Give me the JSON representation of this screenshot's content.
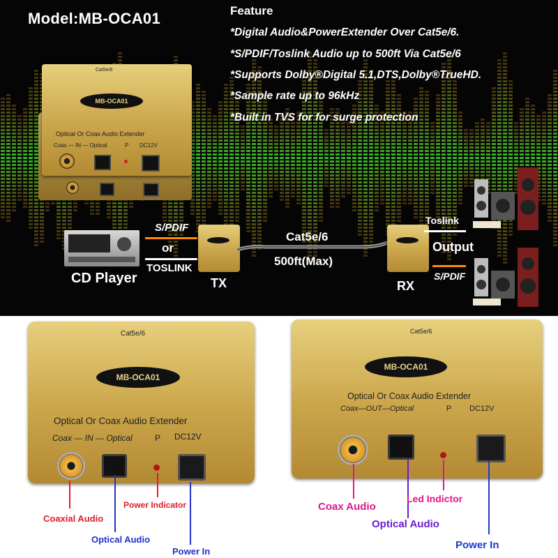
{
  "header": {
    "model": "Model:MB-OCA01",
    "feature_title": "Feature",
    "features": [
      "*Digital Audio&PowerExtender Over Cat5e/6.",
      "*S/PDIF/Toslink Audio up to 500ft Via Cat5e/6",
      "*Supports Dolby®Digital 5.1,DTS,Dolby®TrueHD.",
      "*Sample rate up to 96kHz",
      "*Built in TVS for for surge protection"
    ]
  },
  "diagram": {
    "source": "CD Player",
    "spdif": "S/PDIF",
    "or": "or",
    "toslink": "TOSLINK",
    "tx": "TX",
    "cable": "Cat5e/6",
    "distance": "500ft(Max)",
    "rx": "RX",
    "out_toslink": "Toslink",
    "output": "Output",
    "out_spdif": "S/PDIF"
  },
  "device_top": {
    "cat": "Cat5e/6",
    "badge": "MB-OCA01",
    "title": "Optical Or Coax Audio Extender",
    "ports": "Coax — IN — Optical",
    "p": "P",
    "dc": "DC12V"
  },
  "tx_device": {
    "cat": "Cat5e/6",
    "badge": "MB-OCA01",
    "title": "Optical Or Coax Audio Extender",
    "ports": "Coax — IN — Optical",
    "p": "P",
    "dc": "DC12V"
  },
  "rx_device": {
    "cat": "Cat5e/6",
    "badge": "MB-OCA01",
    "title": "Optical Or Coax Audio Extender",
    "ports": "Coax—OUT—Optical",
    "p": "P",
    "dc": "DC12V"
  },
  "tx_callouts": {
    "coaxial": "Coaxial Audio",
    "optical": "Optical Audio",
    "power_ind": "Power Indicator",
    "power_in": "Power In"
  },
  "rx_callouts": {
    "coax": "Coax Audio",
    "led": "Led Indictor",
    "optical": "Optical Audio",
    "power_in": "Power In"
  },
  "colors": {
    "gold": "#d2b05a",
    "callout_red": "#e01b2c",
    "callout_blue": "#2431c6",
    "callout_magenta": "#e0168c",
    "spdif_line": "#ff8a00",
    "toslink_line": "#ffffff"
  }
}
